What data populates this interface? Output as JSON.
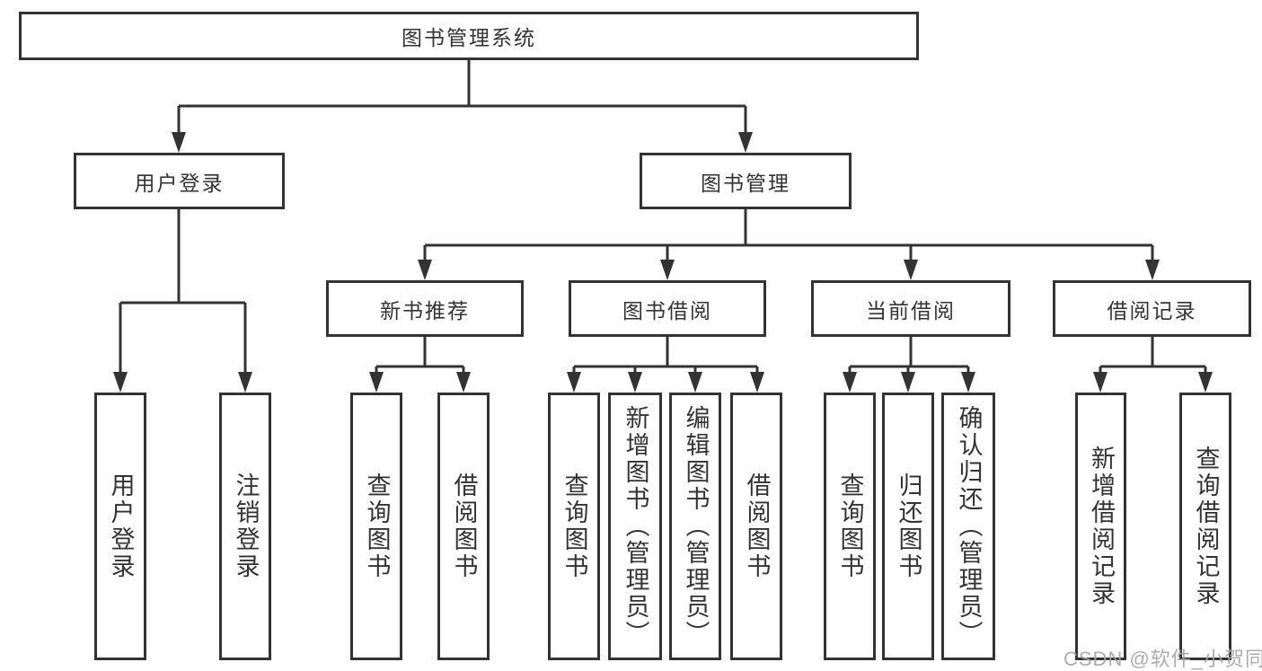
{
  "nodes": {
    "root": "图书管理系统",
    "user_login": "用户登录",
    "book_mgmt": "图书管理",
    "new_book_rec": "新书推荐",
    "book_borrow": "图书借阅",
    "current_borrow": "当前借阅",
    "borrow_records": "借阅记录",
    "leaf_ul_login": "用户登录",
    "leaf_ul_logout": "注销登录",
    "leaf_nbr_query": "查询图书",
    "leaf_nbr_borrow": "借阅图书",
    "leaf_bb_query": "查询图书",
    "leaf_bb_add": "新增图书（管理员）",
    "leaf_bb_edit": "编辑图书（管理员）",
    "leaf_bb_borrow": "借阅图书",
    "leaf_cb_query": "查询图书",
    "leaf_cb_return": "归还图书",
    "leaf_cb_confirm": "确认归还（管理员）",
    "leaf_br_add": "新增借阅记录",
    "leaf_br_query": "查询借阅记录"
  },
  "hierarchy": {
    "root": "图书管理系统",
    "children": [
      {
        "label": "用户登录",
        "children": [
          "用户登录",
          "注销登录"
        ]
      },
      {
        "label": "图书管理",
        "children": [
          {
            "label": "新书推荐",
            "children": [
              "查询图书",
              "借阅图书"
            ]
          },
          {
            "label": "图书借阅",
            "children": [
              "查询图书",
              "新增图书（管理员）",
              "编辑图书（管理员）",
              "借阅图书"
            ]
          },
          {
            "label": "当前借阅",
            "children": [
              "查询图书",
              "归还图书",
              "确认归还（管理员）"
            ]
          },
          {
            "label": "借阅记录",
            "children": [
              "新增借阅记录",
              "查询借阅记录"
            ]
          }
        ]
      }
    ]
  },
  "watermark": "CSDN @软件_小贺同学",
  "colors": {
    "line": "#333333",
    "box_border": "#333333",
    "text": "#333333",
    "watermark": "#a6a6a6",
    "background": "#ffffff"
  }
}
